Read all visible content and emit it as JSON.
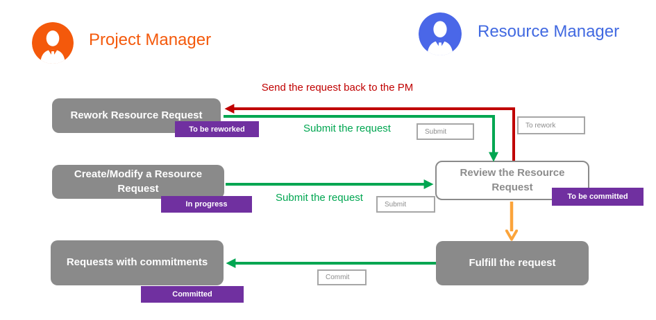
{
  "actors": {
    "pm": {
      "name": "Project Manager",
      "color": "#F4590B"
    },
    "rm": {
      "name": "Resource Manager",
      "color": "#4A67E8",
      "text_color": "#4169E1"
    }
  },
  "boxes": {
    "rework": {
      "label": "Rework Resource Request"
    },
    "create": {
      "label": "Create/Modify a Resource Request"
    },
    "requests": {
      "label": "Requests with commitments"
    },
    "review": {
      "label": "Review the Resource Request"
    },
    "fulfill": {
      "label": "Fulfill the request"
    }
  },
  "badges": {
    "to_be_reworked": "To be reworked",
    "in_progress": "In progress",
    "to_be_committed": "To be committed",
    "committed": "Committed"
  },
  "action_labels": {
    "submit_1": "Submit",
    "to_rework": "To rework",
    "submit_2": "Submit",
    "commit": "Commit"
  },
  "edge_labels": {
    "send_back": "Send the request back to the PM",
    "submit_request_1": "Submit the request",
    "submit_request_2": "Submit the request"
  },
  "colors": {
    "node_gray": "#8A8A8A",
    "badge_purple": "#7030A0",
    "arrow_red": "#C00000",
    "arrow_green": "#00A651",
    "arrow_orange": "#FBA43B",
    "action_box_border": "#A6A6A6",
    "action_box_text": "#8C8C8C"
  }
}
